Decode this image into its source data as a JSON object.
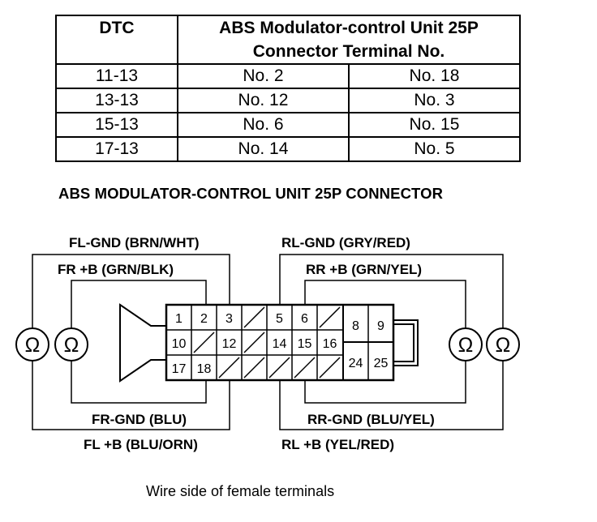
{
  "table": {
    "header_dtc": "DTC",
    "header_terminal_line1": "ABS Modulator-control Unit 25P",
    "header_terminal_line2": "Connector Terminal No.",
    "rows": [
      {
        "dtc": "11-13",
        "a": "No. 2",
        "b": "No. 18"
      },
      {
        "dtc": "13-13",
        "a": "No. 12",
        "b": "No. 3"
      },
      {
        "dtc": "15-13",
        "a": "No. 6",
        "b": "No. 15"
      },
      {
        "dtc": "17-13",
        "a": "No. 14",
        "b": "No. 5"
      }
    ]
  },
  "connector_heading": "ABS MODULATOR-CONTROL UNIT 25P CONNECTOR",
  "labels": {
    "fl_gnd": "FL-GND (BRN/WHT)",
    "fr_b": "FR +B (GRN/BLK)",
    "rl_gnd": "RL-GND (GRY/RED)",
    "rr_b": "RR +B (GRN/YEL)",
    "fr_gnd": "FR-GND (BLU)",
    "fl_b": "FL +B (BLU/ORN)",
    "rr_gnd": "RR-GND (BLU/YEL)",
    "rl_b": "RL +B (YEL/RED)"
  },
  "ohm_symbol": "Ω",
  "pins": {
    "row1": [
      "1",
      "2",
      "3",
      "",
      "5",
      "6",
      ""
    ],
    "row2": [
      "10",
      "",
      "12",
      "",
      "14",
      "15",
      "16"
    ],
    "row3": [
      "17",
      "18",
      "",
      "",
      "",
      "",
      ""
    ],
    "right_top": [
      "8",
      "9"
    ],
    "right_bottom": [
      "24",
      "25"
    ]
  },
  "caption": "Wire side of female terminals"
}
